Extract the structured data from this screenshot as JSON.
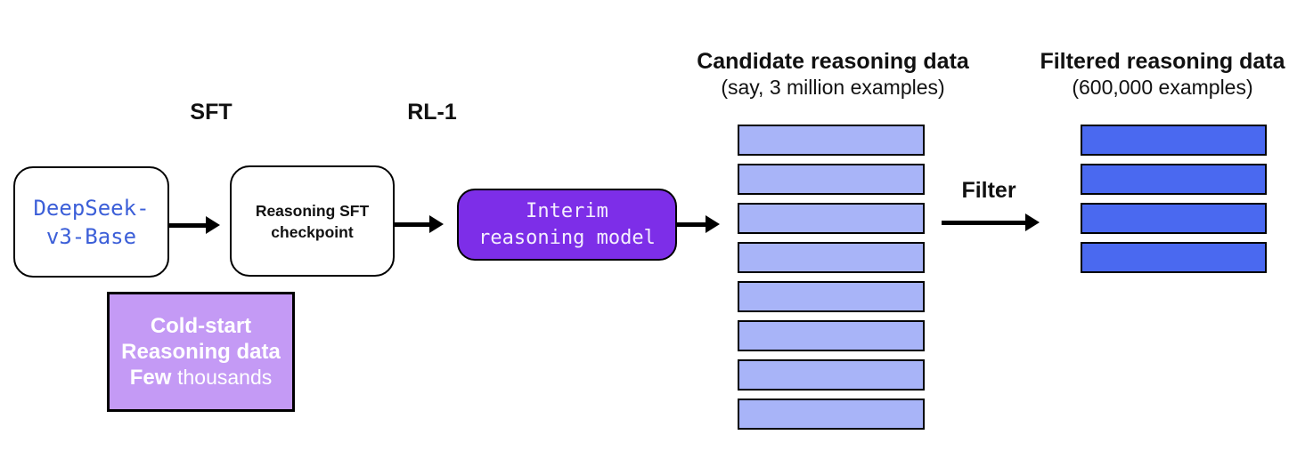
{
  "colors": {
    "candidate_bar": "#A8B4F8",
    "filtered_bar": "#4A69F0",
    "interim_box": "#7D2EE8",
    "cold_start_box": "#C49AF5",
    "deepseek_text": "#3C5FD8"
  },
  "labels": {
    "sft": "SFT",
    "rl1": "RL-1",
    "filter": "Filter"
  },
  "nodes": {
    "deepseek_base": {
      "line1": "DeepSeek-",
      "line2": "v3-Base"
    },
    "sft_checkpoint": {
      "line1": "Reasoning SFT",
      "line2": "checkpoint"
    },
    "interim_model": {
      "line1": "Interim",
      "line2": "reasoning model"
    },
    "cold_start": {
      "line1": "Cold-start",
      "line2": "Reasoning data",
      "line3_bold": "Few",
      "line3_regular": "thousands"
    }
  },
  "stacks": {
    "candidate": {
      "title": "Candidate reasoning data",
      "subtitle": "(say, 3 million examples)",
      "bar_count": 8
    },
    "filtered": {
      "title": "Filtered reasoning data",
      "subtitle": "(600,000 examples)",
      "bar_count": 4
    }
  }
}
